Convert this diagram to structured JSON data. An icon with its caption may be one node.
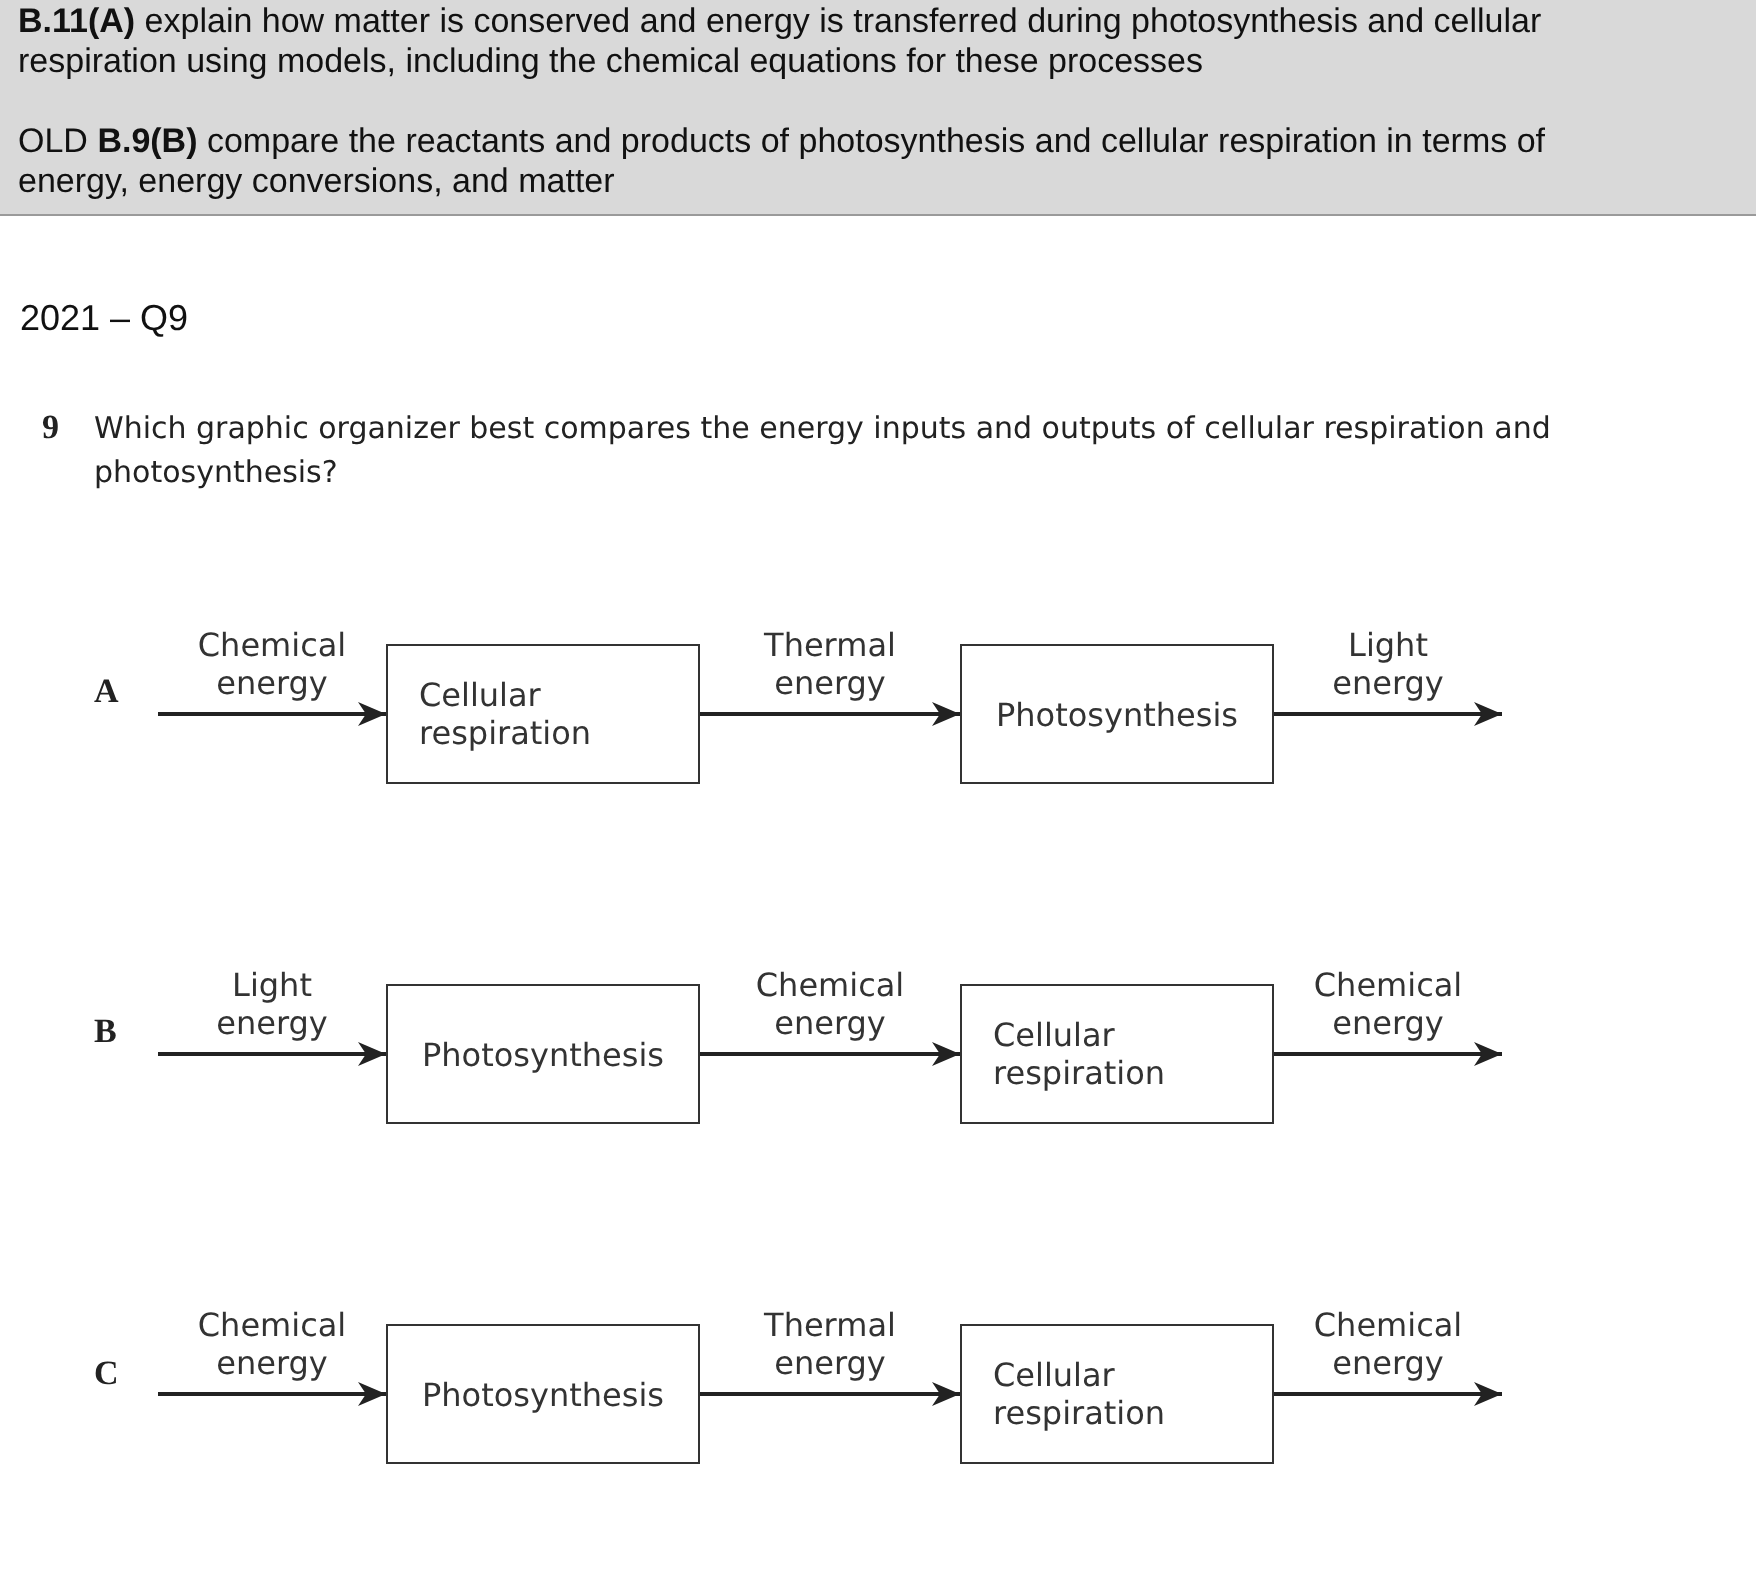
{
  "diagram": {
    "nodes": [
      {
        "text": [
          "Cellular respiration"
        ]
      },
      {
        "text": [
          "Photosynthesis"
        ]
      },
      {
        "text": [
          "Photosynthesis"
        ]
      },
      {
        "text": [
          "Cellular respiration"
        ]
      },
      {
        "text": [
          "Photosynthesis"
        ]
      },
      {
        "text": [
          "Cellular respiration"
        ]
      }
    ],
    "edges": [
      {
        "from": null,
        "to": 0,
        "arrow": "to",
        "label": "Chemical energy"
      },
      {
        "from": 0,
        "to": 1,
        "arrow": "to",
        "label": "Thermal energy"
      },
      {
        "from": 1,
        "to": null,
        "arrow": "to",
        "label": "Light energy"
      },
      {
        "from": null,
        "to": 2,
        "arrow": "to",
        "label": "Light energy"
      },
      {
        "from": 2,
        "to": 3,
        "arrow": "to",
        "label": "Chemical energy"
      },
      {
        "from": 3,
        "to": null,
        "arrow": "to",
        "label": "Chemical energy"
      },
      {
        "from": null,
        "to": 4,
        "arrow": "to",
        "label": "Chemical energy"
      },
      {
        "from": 4,
        "to": 5,
        "arrow": "to",
        "label": "Thermal energy"
      },
      {
        "from": 5,
        "to": null,
        "arrow": "to",
        "label": "Chemical energy"
      }
    ],
    "labels": [
      "**B.11(A)** explain how matter is conserved and energy is transferred during photosynthesis and cellular respiration using models, including the chemical equations for these processes",
      "OLD **B.9(B)** compare the reactants and products of photosynthesis and cellular respiration in terms of energy, energy conversions, and matter",
      "2021 – Q9",
      "9",
      "Which graphic organizer best compares the energy inputs and outputs of cellular respiration and photosynthesis?",
      "A",
      "B",
      "C"
    ]
  }
}
